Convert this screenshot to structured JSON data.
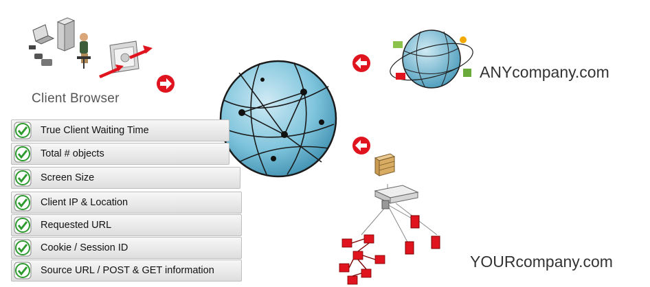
{
  "client": {
    "label": "Client Browser"
  },
  "checklist": [
    "True Client Waiting Time",
    "Total # objects",
    "Screen Size",
    "Client IP & Location",
    "Requested URL",
    "Cookie / Session ID",
    "Source URL / POST & GET information"
  ],
  "companies": {
    "any": "ANYcompany.com",
    "your": "YOURcompany.com"
  },
  "icons": [
    "workstation-icon",
    "globe-icon",
    "arrow-icon",
    "firewall-icon",
    "server-icon",
    "database-icon",
    "check-icon"
  ],
  "colors": {
    "accent_red": "#e0141e",
    "globe_blue": "#7fc4dc",
    "check_green": "#2e9b2e"
  }
}
